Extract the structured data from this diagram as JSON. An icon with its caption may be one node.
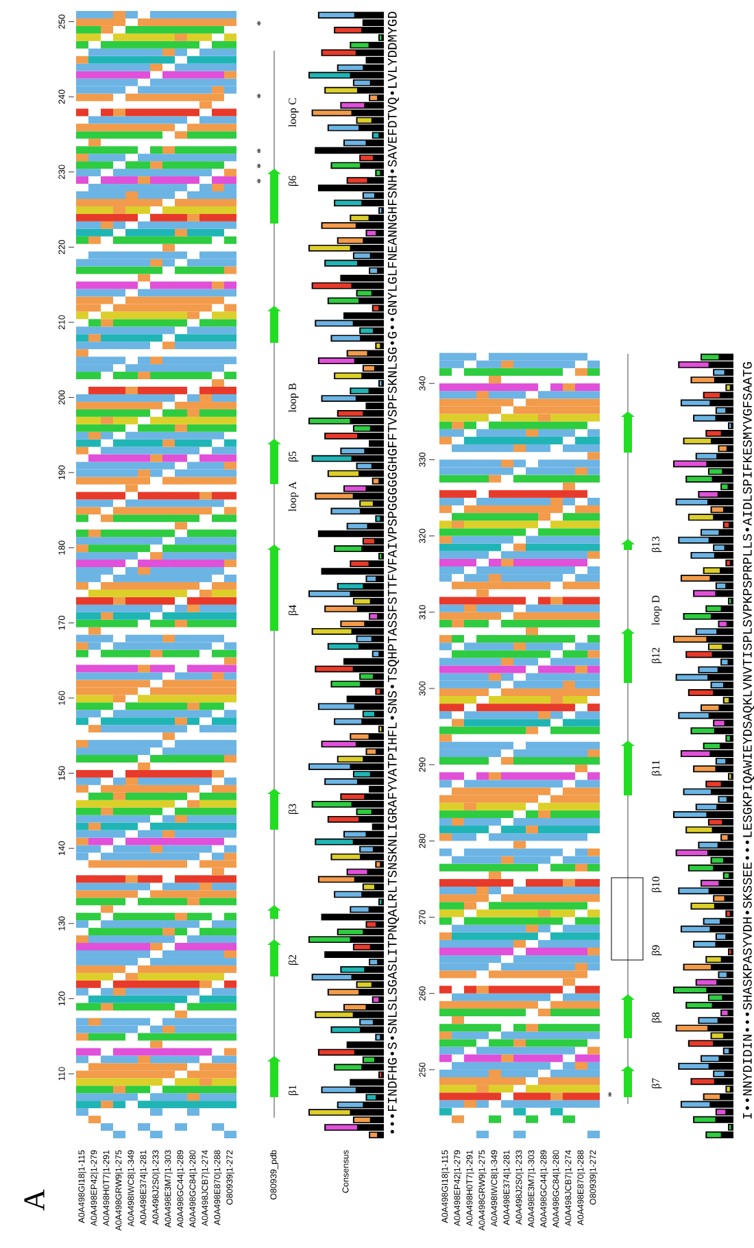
{
  "diagram": {
    "labels": [
      "A",
      "A0A498GI18|1-115",
      "A0A498EP42|1-279",
      "A0A498H0T7|1-291",
      "A0A498GRW9|1-275",
      "A0A498IWC8|1-349",
      "A0A498E374|1-281",
      "A0A498J2S0|1-233",
      "A0A498E3M7|1-303",
      "A0A498GC44|1-289",
      "A0A498GC84|1-280",
      "A0A498JCB7|1-274",
      "A0A498E870|1-288",
      "O80939|1-272",
      "O80939_pdb",
      "Consensus",
      "110",
      "120",
      "130",
      "140",
      "150",
      "160",
      "170",
      "180",
      "190",
      "200",
      "210",
      "220",
      "230",
      "240",
      "250",
      "β1",
      "β2",
      "β3",
      "β4",
      "loop A",
      "β5",
      "loop B",
      "β6",
      "loop C",
      "*",
      "*",
      "*",
      "*",
      "*",
      "•••FINDFHG•S•SNLSLSGASLITPNQALRLTSNSKNLIGRAFYVATPIHFL•SNS•TSQHPTASSFSTTFVFAIVPSPGGGGGGHGFFTVSPFSKNLSG•G••GNYLGLFNEANNGHFSNH•SAVEFDTVQ•LVLYDDMYGD",
      "A0A498GI18|1-115",
      "A0A498EP42|1-279",
      "A0A498H0T7|1-291",
      "A0A498GRW9|1-275",
      "A0A498IWC8|1-349",
      "A0A498E374|1-281",
      "A0A498J2S0|1-233",
      "A0A498E3M7|1-303",
      "A0A498GC44|1-289",
      "A0A498GC84|1-280",
      "A0A498JCB7|1-274",
      "A0A498E870|1-288",
      "O80939|1-272",
      "250",
      "260",
      "270",
      "280",
      "290",
      "300",
      "310",
      "320",
      "330",
      "340",
      "β7",
      "β8",
      "β9",
      "β10",
      "β11",
      "β12",
      "loop D",
      "β13",
      "*",
      "I••NNYDIDIN•••SHASKPASYVDH•SKSSEE•••LESGKPIQAWIEYDSAQKLVNVTISPLSVPKPSPRPLLS•AIDLSPIFKESMYVGFSAATG"
    ]
  }
}
